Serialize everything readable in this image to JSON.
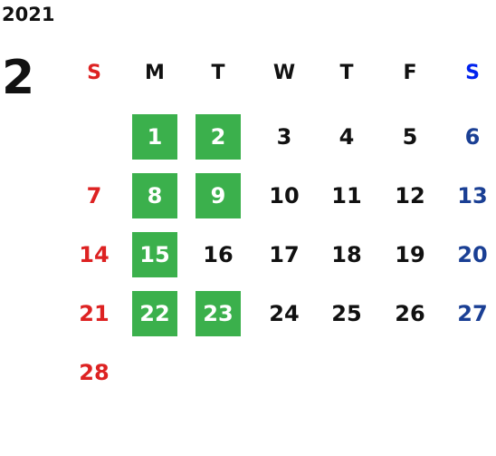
{
  "calendar": {
    "year": "2021",
    "month": "2",
    "weekdays": [
      "S",
      "M",
      "T",
      "W",
      "T",
      "F",
      "S"
    ],
    "colors": {
      "sunday": "#dd2222",
      "saturday": "#1a3f94",
      "saturday_header": "#0022ee",
      "highlight": "#3bb04c",
      "text": "#111111"
    },
    "weeks": [
      [
        "",
        "1",
        "2",
        "3",
        "4",
        "5",
        "6"
      ],
      [
        "7",
        "8",
        "9",
        "10",
        "11",
        "12",
        "13"
      ],
      [
        "14",
        "15",
        "16",
        "17",
        "18",
        "19",
        "20"
      ],
      [
        "21",
        "22",
        "23",
        "24",
        "25",
        "26",
        "27"
      ],
      [
        "28",
        "",
        "",
        "",
        "",
        "",
        ""
      ]
    ],
    "highlighted_days": [
      "1",
      "2",
      "8",
      "9",
      "15",
      "22",
      "23"
    ]
  }
}
